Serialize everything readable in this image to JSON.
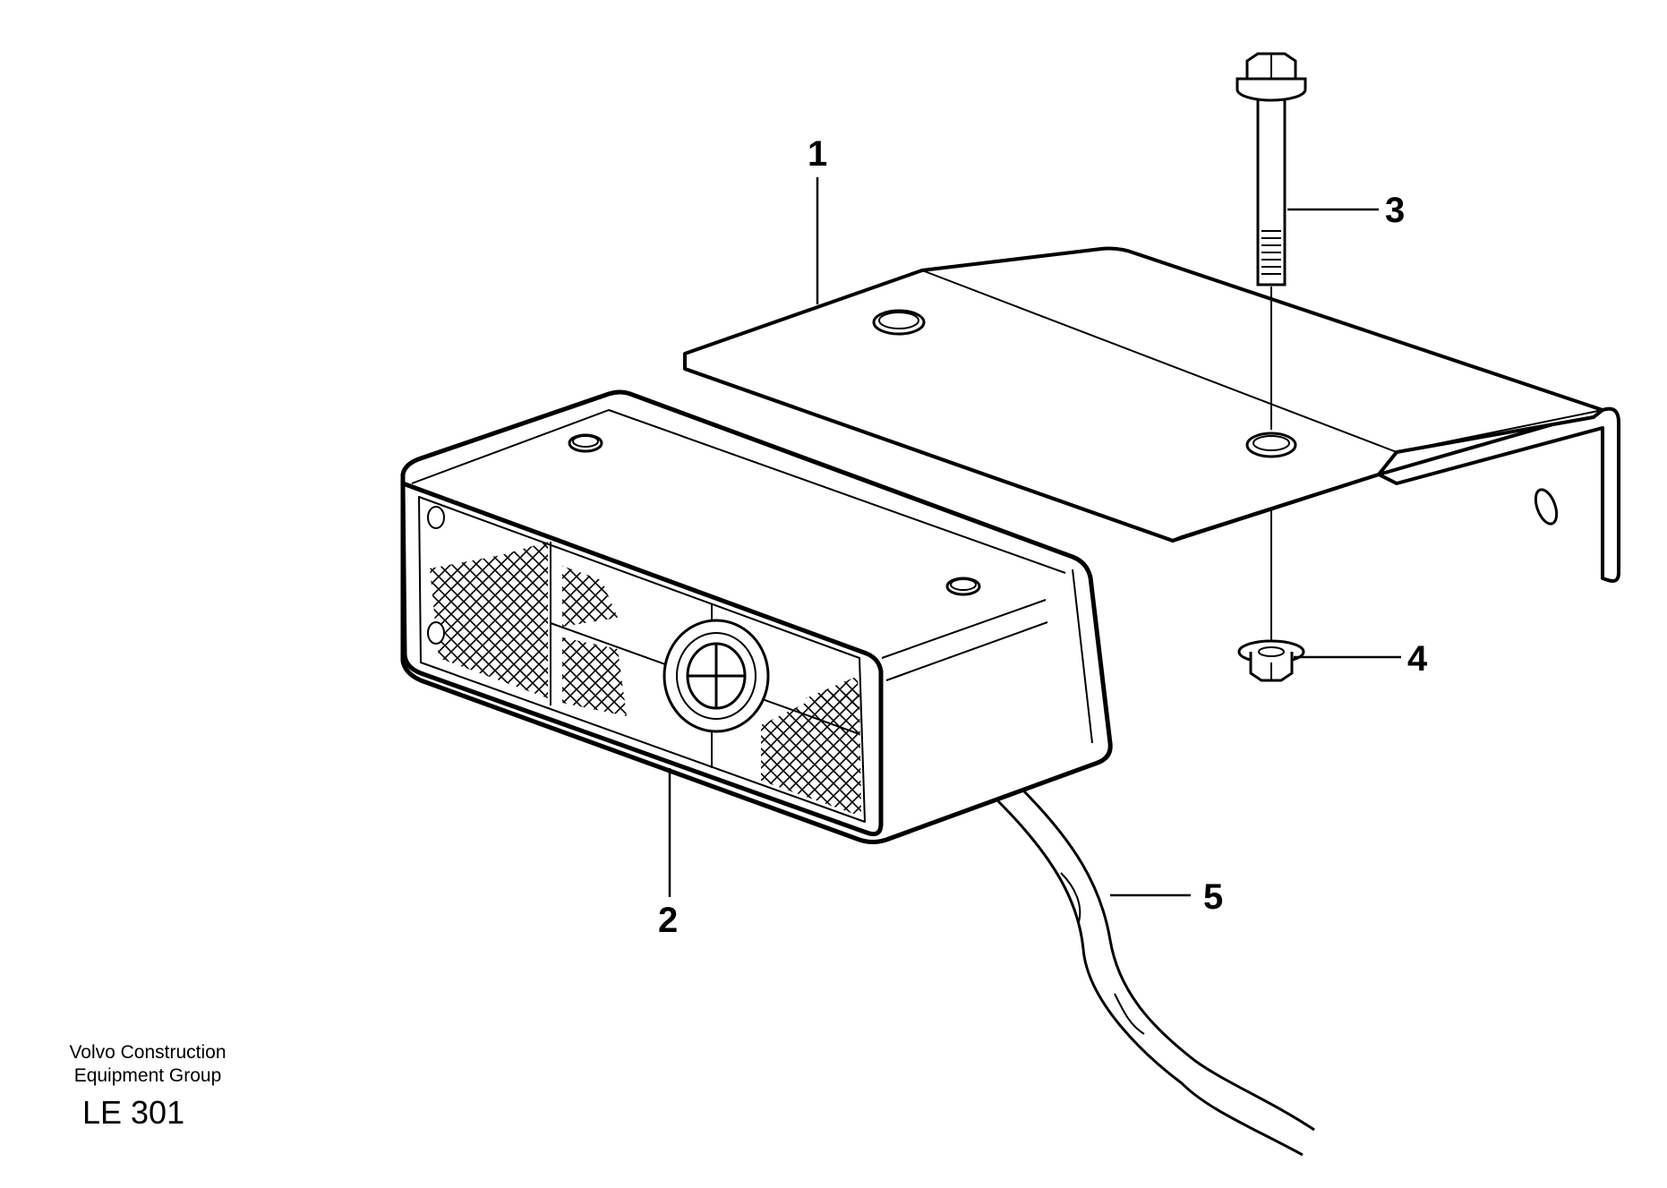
{
  "callouts": {
    "c1": "1",
    "c2": "2",
    "c3": "3",
    "c4": "4",
    "c5": "5"
  },
  "footer": {
    "company_line1": "Volvo Construction",
    "company_line2": "Equipment Group",
    "drawing_code": "LE 301"
  },
  "colors": {
    "line": "#000000",
    "background": "#ffffff"
  }
}
